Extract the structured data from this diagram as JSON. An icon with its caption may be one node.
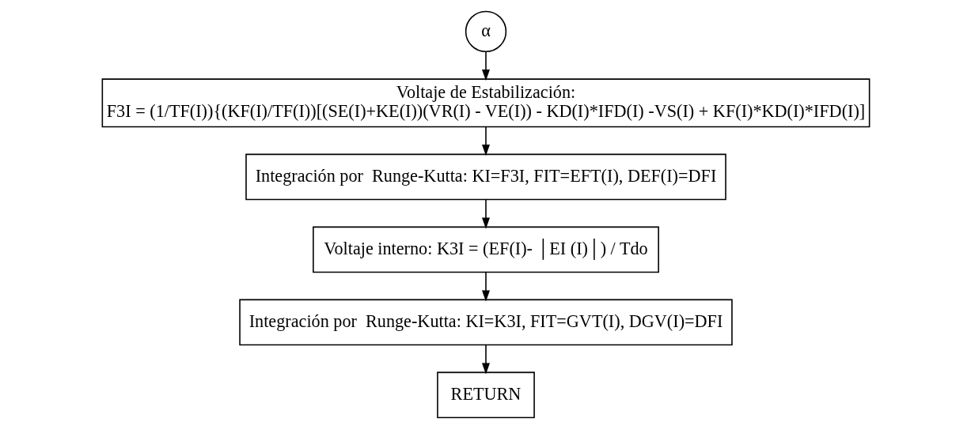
{
  "diagram": {
    "nodes": [
      {
        "text": [
          "α"
        ]
      },
      {
        "text": [
          "Voltaje de Estabilización:",
          "F3I = (1/TF(I)){(KF(I)/TF(I))[(SE(I)+KE(I))(VR(I) - VE(I)) - KD(I)*IFD(I) -VS(I) + KF(I)*KD(I)*IFD(I)]"
        ]
      },
      {
        "text": [
          "Integración por  Runge-Kutta: KI=F3I, FIT=EFT(I), DEF(I)=DFI"
        ]
      },
      {
        "text": [
          "Voltaje interno: K3I = (EF(I)- │EI (I)│) / Tdo"
        ]
      },
      {
        "text": [
          "Integración por  Runge-Kutta: KI=K3I, FIT=GVT(I), DGV(I)=DFI"
        ]
      },
      {
        "text": [
          "RETURN"
        ]
      }
    ],
    "edges": [
      {
        "from": 0,
        "to": 1,
        "arrow": "to"
      },
      {
        "from": 1,
        "to": 2,
        "arrow": "to"
      },
      {
        "from": 2,
        "to": 3,
        "arrow": "to"
      },
      {
        "from": 3,
        "to": 4,
        "arrow": "to"
      },
      {
        "from": 4,
        "to": 5,
        "arrow": "to"
      }
    ]
  }
}
